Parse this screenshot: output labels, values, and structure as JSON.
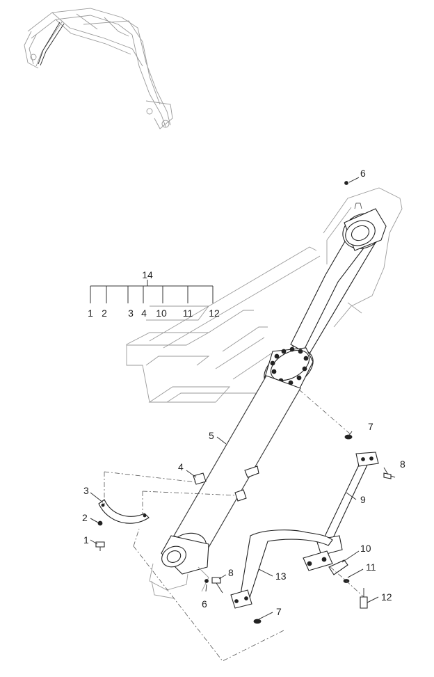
{
  "diagram": {
    "callouts": [
      {
        "id": "c1",
        "text": "1"
      },
      {
        "id": "c2",
        "text": "2"
      },
      {
        "id": "c3",
        "text": "3"
      },
      {
        "id": "c4",
        "text": "4"
      },
      {
        "id": "c5",
        "text": "5"
      },
      {
        "id": "c6a",
        "text": "6"
      },
      {
        "id": "c6b",
        "text": "6"
      },
      {
        "id": "c7a",
        "text": "7"
      },
      {
        "id": "c7b",
        "text": "7"
      },
      {
        "id": "c8a",
        "text": "8"
      },
      {
        "id": "c8b",
        "text": "8"
      },
      {
        "id": "c9",
        "text": "9"
      },
      {
        "id": "c10",
        "text": "10"
      },
      {
        "id": "c11",
        "text": "11"
      },
      {
        "id": "c12",
        "text": "12"
      },
      {
        "id": "c13",
        "text": "13"
      }
    ],
    "kit": {
      "label": "14",
      "items": [
        "1",
        "2",
        "3",
        "4",
        "10",
        "11",
        "12"
      ]
    }
  }
}
